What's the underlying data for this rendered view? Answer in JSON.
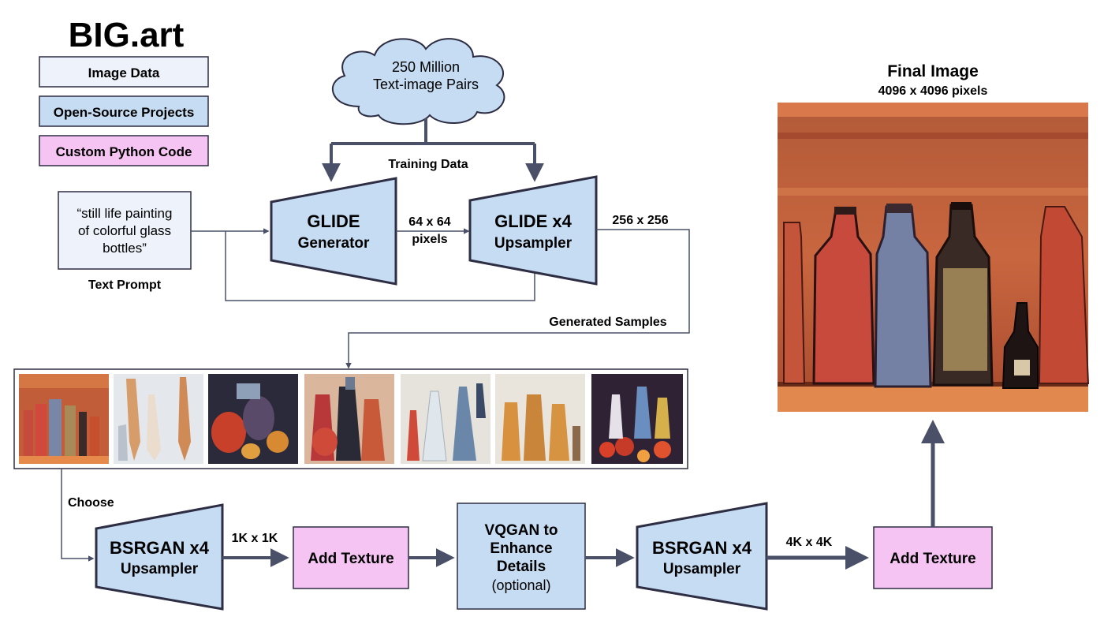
{
  "title": "BIG.art",
  "legend": [
    {
      "label": "Image Data",
      "color": "#eef3fb"
    },
    {
      "label": "Open-Source Projects",
      "color": "#c6dcf2"
    },
    {
      "label": "Custom Python Code",
      "color": "#f6c4f3"
    }
  ],
  "data_source": {
    "line1": "250 Million",
    "line2": "Text-image Pairs"
  },
  "training_label": "Training Data",
  "prompt": {
    "lines": [
      "“still life painting",
      "of colorful glass",
      "bottles”"
    ],
    "caption": "Text Prompt"
  },
  "glide_generator": {
    "title": "GLIDE",
    "sub": "Generator"
  },
  "glide_upsampler": {
    "title": "GLIDE x4",
    "sub": "Upsampler"
  },
  "res_64": {
    "line1": "64 x 64",
    "line2": "pixels"
  },
  "res_256": "256 x 256",
  "generated_label": "Generated Samples",
  "choose_label": "Choose",
  "bsrgan1": {
    "title": "BSRGAN x4",
    "sub": "Upsampler"
  },
  "res_1k": "1K x 1K",
  "add_texture_1": "Add Texture",
  "vqgan": {
    "lines": [
      "VQGAN to",
      "Enhance",
      "Details"
    ],
    "optional": "(optional)"
  },
  "bsrgan2": {
    "title": "BSRGAN x4",
    "sub": "Upsampler"
  },
  "res_4k": "4K x 4K",
  "add_texture_2": "Add Texture",
  "final": {
    "title": "Final Image",
    "sub": "4096 x 4096 pixels"
  },
  "colors": {
    "stroke": "#2d2d44",
    "arrow": "#4a5068",
    "blue": "#c6dcf2",
    "pink": "#f6c4f3",
    "light": "#eef3fb"
  }
}
